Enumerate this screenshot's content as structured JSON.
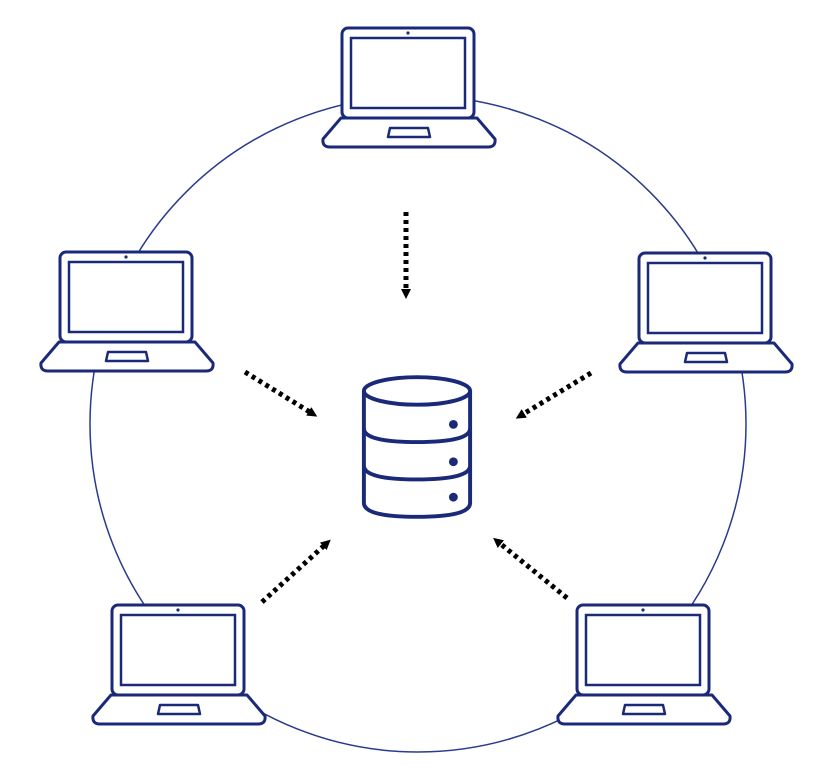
{
  "colors": {
    "background": "#ffffff",
    "line": "#1b2a78",
    "ring": "#2a3a8e",
    "arrow": "#000000"
  },
  "nodes": [
    {
      "id": "laptop-top",
      "icon": "laptop-icon"
    },
    {
      "id": "laptop-left",
      "icon": "laptop-icon"
    },
    {
      "id": "laptop-right",
      "icon": "laptop-icon"
    },
    {
      "id": "laptop-bottom-left",
      "icon": "laptop-icon"
    },
    {
      "id": "laptop-bottom-right",
      "icon": "laptop-icon"
    }
  ],
  "center": {
    "id": "database",
    "icon": "database-icon"
  },
  "arrows": [
    {
      "from": "laptop-top",
      "to": "database",
      "style": "dotted"
    },
    {
      "from": "laptop-left",
      "to": "database",
      "style": "dotted"
    },
    {
      "from": "laptop-right",
      "to": "database",
      "style": "dotted"
    },
    {
      "from": "laptop-bottom-left",
      "to": "database",
      "style": "dotted"
    },
    {
      "from": "laptop-bottom-right",
      "to": "database",
      "style": "dotted"
    }
  ]
}
